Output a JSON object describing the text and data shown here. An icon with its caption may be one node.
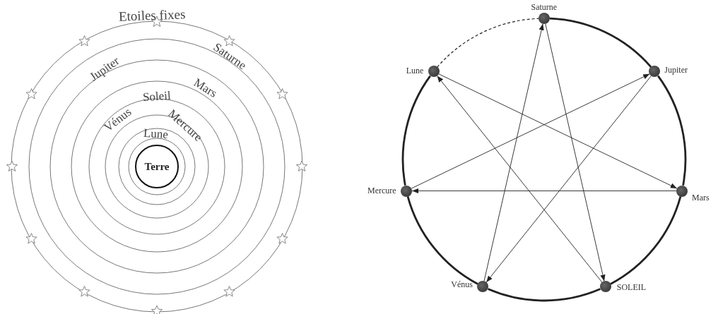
{
  "diagram": {
    "nodes": [
      {
        "text": [
          "Terre"
        ]
      },
      {
        "text": [],
        "shape": "circle",
        "beside": [
          "Saturne"
        ]
      },
      {
        "text": [],
        "shape": "circle",
        "beside": [
          "Lune"
        ]
      },
      {
        "text": [],
        "shape": "circle",
        "beside": [
          "Jupiter"
        ]
      },
      {
        "text": [],
        "shape": "circle",
        "beside": [
          "Mercure"
        ]
      },
      {
        "text": [],
        "shape": "circle",
        "beside": [
          "Mars"
        ]
      },
      {
        "text": [],
        "shape": "circle",
        "beside": [
          "Vénus"
        ]
      },
      {
        "text": [],
        "shape": "circle",
        "beside": [
          "SOLEIL"
        ]
      }
    ],
    "edges": [
      {
        "from": 2,
        "to": 5,
        "arrow": "to"
      },
      {
        "from": 5,
        "to": 4,
        "arrow": "to"
      },
      {
        "from": 4,
        "to": 3,
        "arrow": "to"
      },
      {
        "from": 3,
        "to": 6,
        "arrow": "to"
      },
      {
        "from": 6,
        "to": 1,
        "arrow": "to"
      },
      {
        "from": 1,
        "to": 7,
        "arrow": "to"
      },
      {
        "from": 7,
        "to": 2,
        "arrow": "to"
      },
      {
        "from": 1,
        "to": 3,
        "arrow": "none",
        "style": "thick"
      },
      {
        "from": 3,
        "to": 5,
        "arrow": "none",
        "style": "thick"
      },
      {
        "from": 5,
        "to": 7,
        "arrow": "none",
        "style": "thick"
      },
      {
        "from": 7,
        "to": 6,
        "arrow": "none",
        "style": "thick"
      },
      {
        "from": 6,
        "to": 4,
        "arrow": "none",
        "style": "thick"
      },
      {
        "from": 4,
        "to": 2,
        "arrow": "none",
        "style": "thick"
      },
      {
        "from": 2,
        "to": 1,
        "arrow": "none",
        "style": "dashed"
      }
    ],
    "labels": [
      "Etoiles fixes",
      "Saturne",
      "Jupiter",
      "Mars",
      "Soleil",
      "Vénus",
      "Mercure",
      "Lune"
    ]
  }
}
